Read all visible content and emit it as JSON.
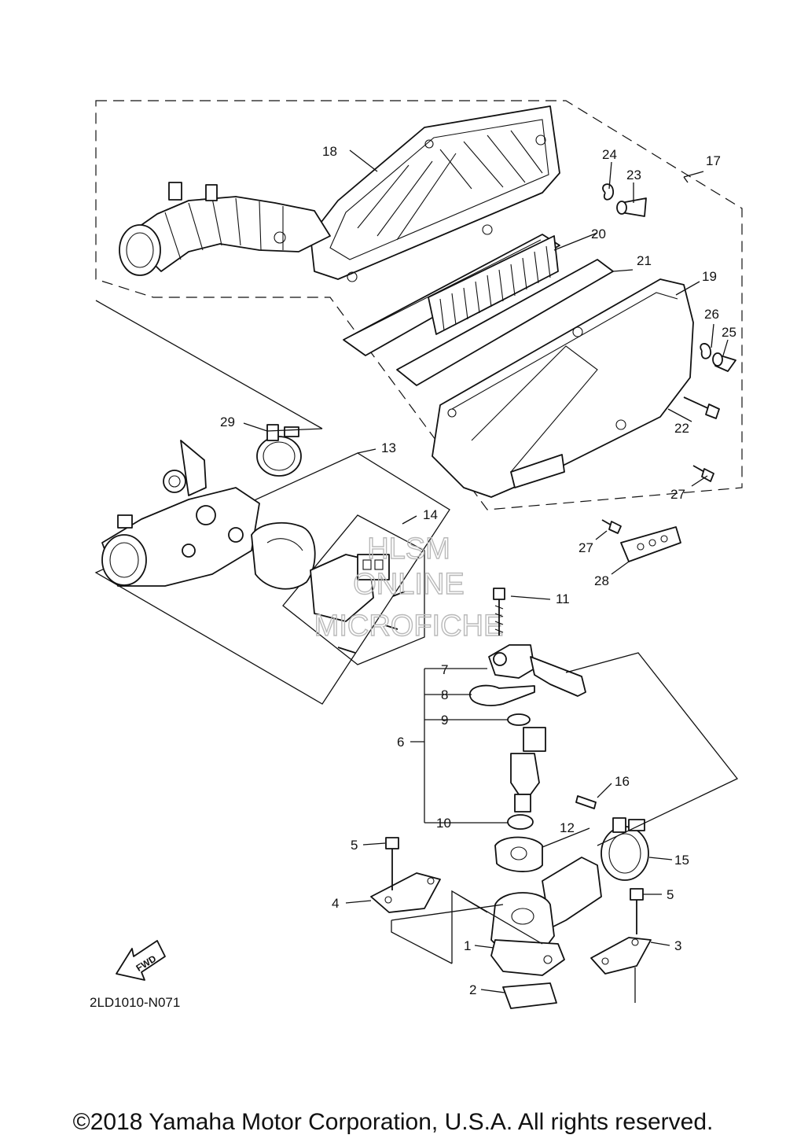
{
  "diagram_code": "2LD1010-N071",
  "fwd_label": "FWD",
  "watermark": [
    "HLSM",
    "ONLINE",
    "MICROFICHE"
  ],
  "copyright": "©2018 Yamaha Motor Corporation, U.S.A. All rights reserved.",
  "callouts": {
    "c1": "1",
    "c2": "2",
    "c3": "3",
    "c4": "4",
    "c5a": "5",
    "c5b": "5",
    "c6": "6",
    "c7": "7",
    "c8": "8",
    "c9": "9",
    "c10": "10",
    "c11": "11",
    "c12": "12",
    "c13": "13",
    "c14": "14",
    "c15": "15",
    "c16": "16",
    "c17": "17",
    "c18": "18",
    "c19": "19",
    "c20": "20",
    "c21": "21",
    "c22": "22",
    "c23": "23",
    "c24": "24",
    "c25": "25",
    "c26": "26",
    "c27a": "27",
    "c27b": "27",
    "c28": "28",
    "c29": "29"
  }
}
